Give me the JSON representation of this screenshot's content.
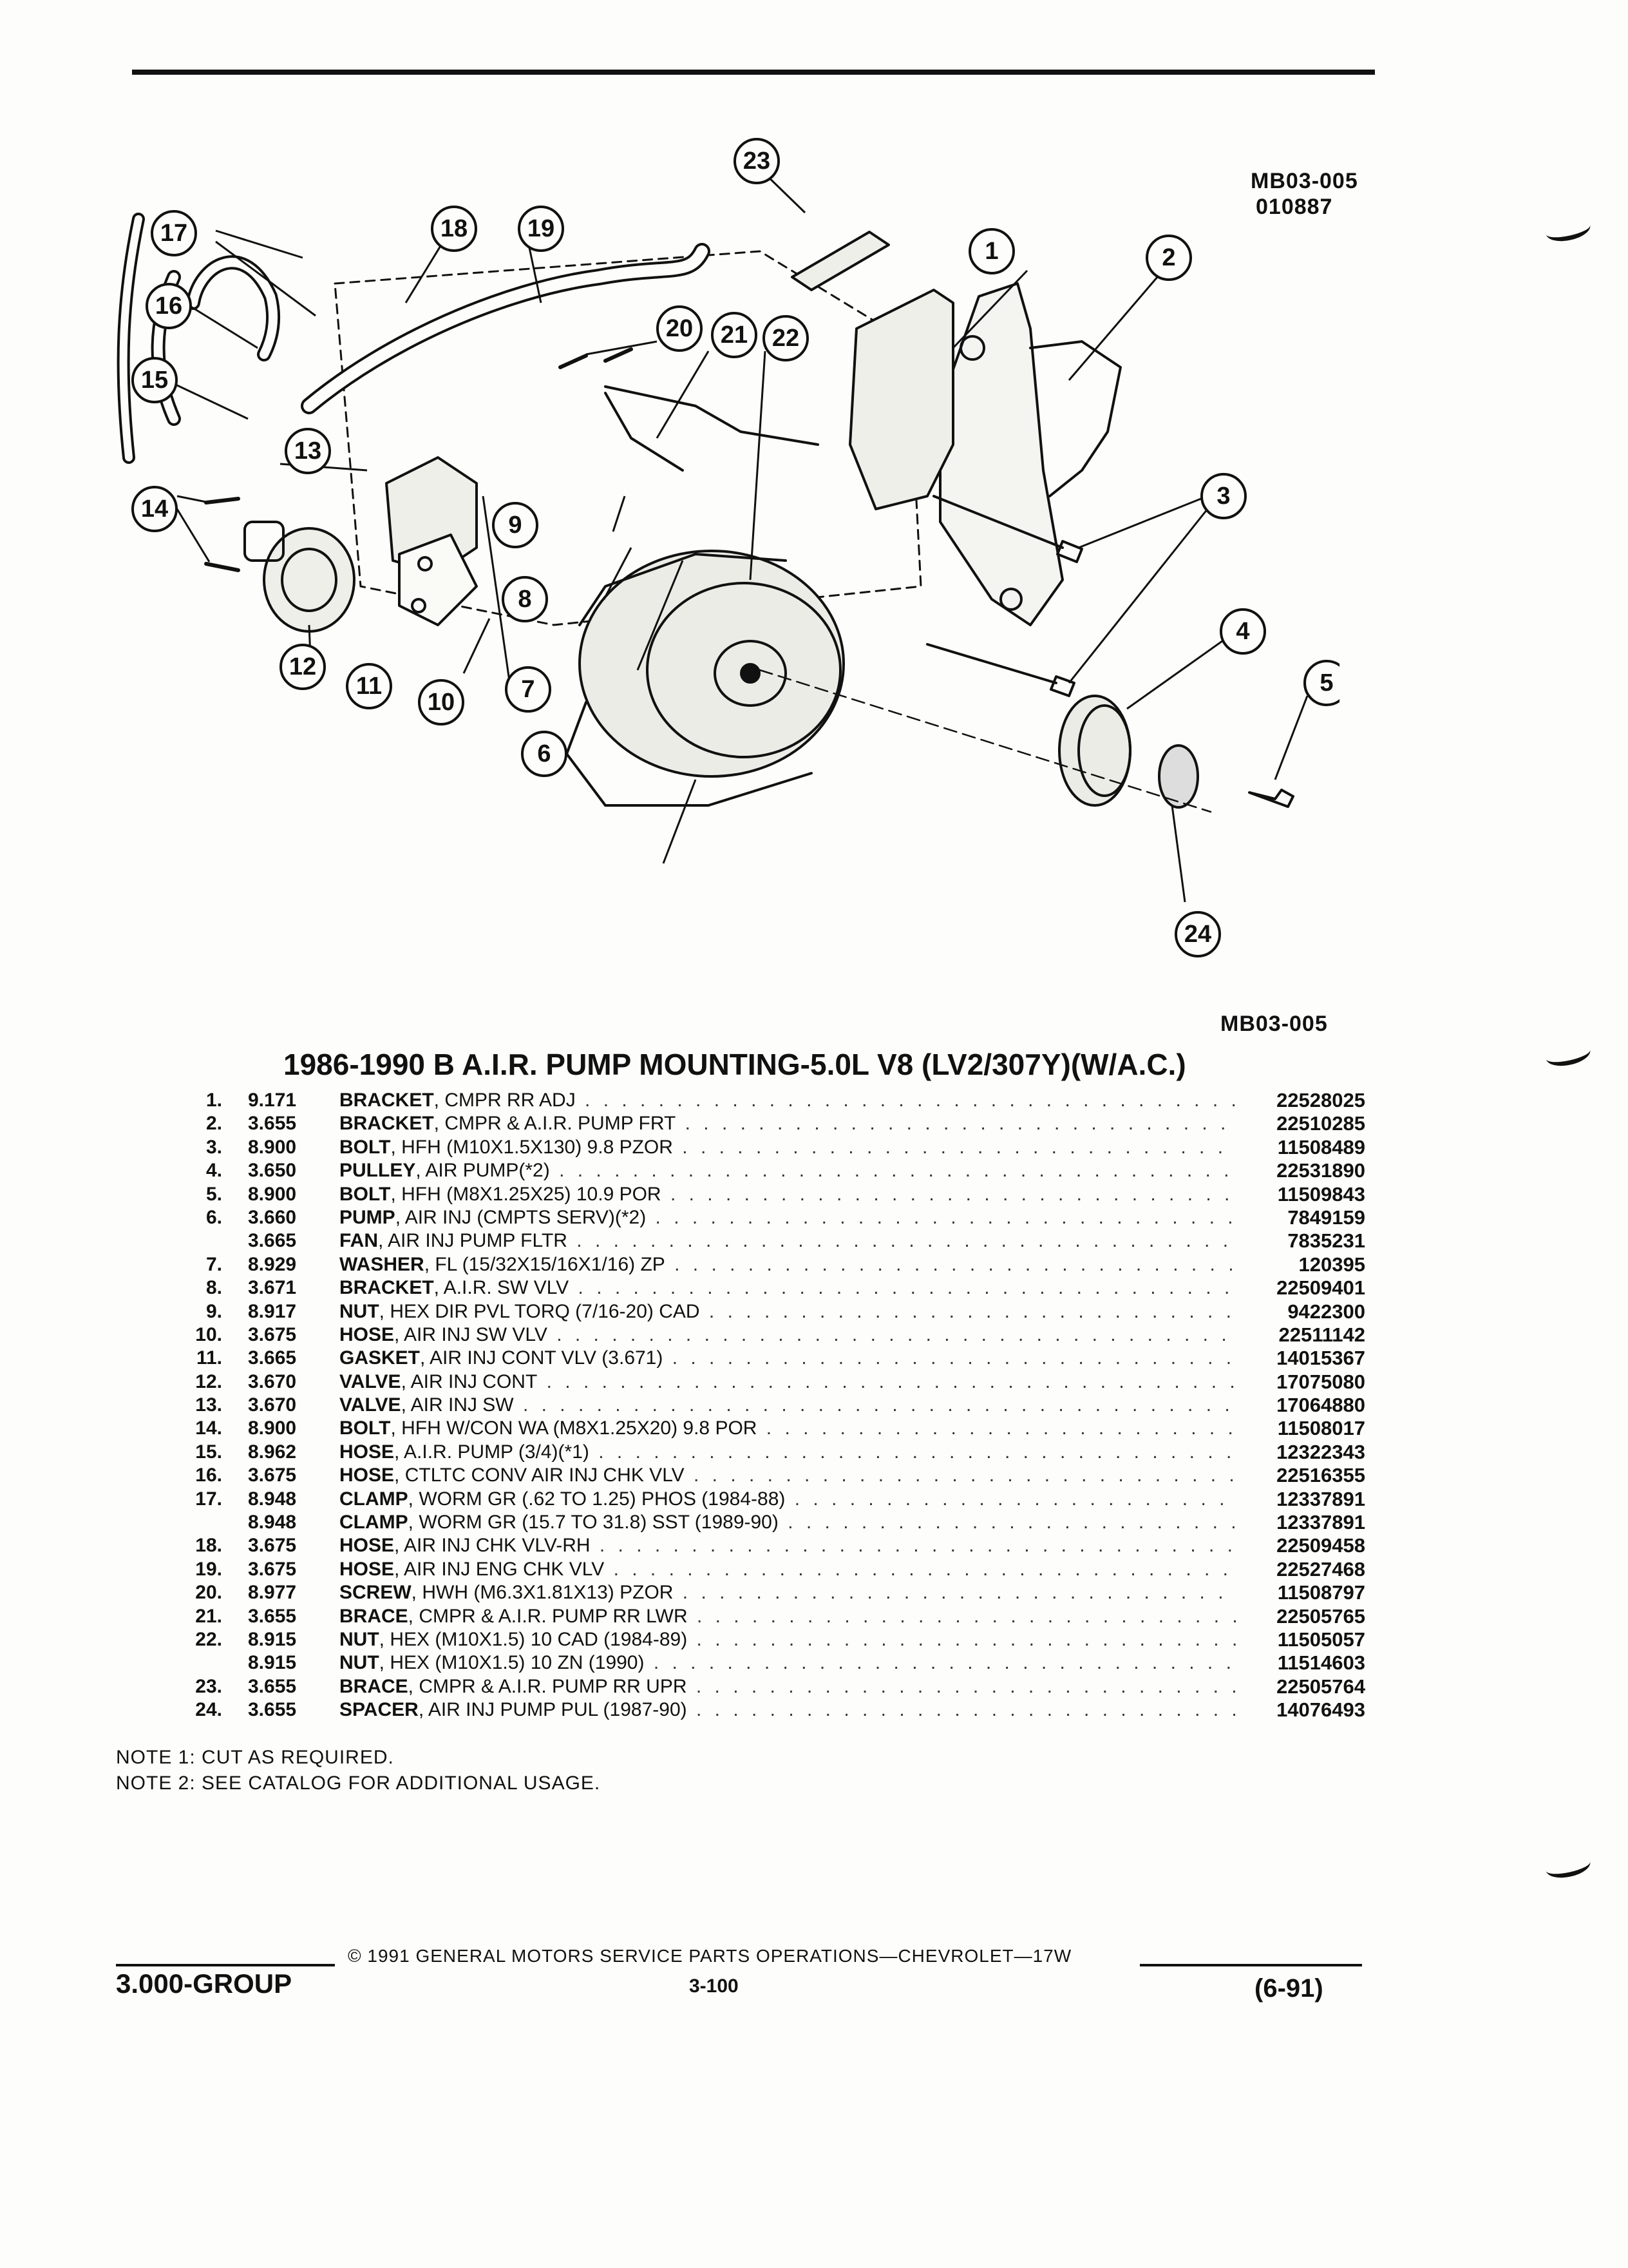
{
  "figure": {
    "id_top": "MB03-005",
    "date_code": "010887",
    "id_bottom": "MB03-005",
    "callouts": [
      "1",
      "2",
      "3",
      "4",
      "5",
      "6",
      "7",
      "8",
      "9",
      "10",
      "11",
      "12",
      "13",
      "14",
      "15",
      "16",
      "17",
      "18",
      "19",
      "20",
      "21",
      "22",
      "23",
      "24"
    ]
  },
  "table": {
    "title": "1986-1990 B A.I.R. PUMP MOUNTING-5.0L V8 (LV2/307Y)(W/A.C.)",
    "rows": [
      {
        "num": "1.",
        "group": "9.171",
        "noun": "BRACKET",
        "desc": ", CMPR RR ADJ",
        "part": "22528025"
      },
      {
        "num": "2.",
        "group": "3.655",
        "noun": "BRACKET",
        "desc": ", CMPR & A.I.R. PUMP FRT",
        "part": "22510285"
      },
      {
        "num": "3.",
        "group": "8.900",
        "noun": "BOLT",
        "desc": ", HFH (M10X1.5X130) 9.8 PZOR",
        "part": "11508489"
      },
      {
        "num": "4.",
        "group": "3.650",
        "noun": "PULLEY",
        "desc": ", AIR PUMP(*2)",
        "part": "22531890"
      },
      {
        "num": "5.",
        "group": "8.900",
        "noun": "BOLT",
        "desc": ", HFH (M8X1.25X25) 10.9 POR",
        "part": "11509843"
      },
      {
        "num": "6.",
        "group": "3.660",
        "noun": "PUMP",
        "desc": ", AIR INJ (CMPTS SERV)(*2)",
        "part": "7849159"
      },
      {
        "num": "",
        "group": "3.665",
        "noun": "FAN",
        "desc": ", AIR INJ PUMP FLTR",
        "part": "7835231"
      },
      {
        "num": "7.",
        "group": "8.929",
        "noun": "WASHER",
        "desc": ", FL (15/32X15/16X1/16) ZP",
        "part": "120395"
      },
      {
        "num": "8.",
        "group": "3.671",
        "noun": "BRACKET",
        "desc": ", A.I.R. SW VLV",
        "part": "22509401"
      },
      {
        "num": "9.",
        "group": "8.917",
        "noun": "NUT",
        "desc": ", HEX DIR PVL TORQ (7/16-20) CAD",
        "part": "9422300"
      },
      {
        "num": "10.",
        "group": "3.675",
        "noun": "HOSE",
        "desc": ", AIR INJ SW VLV",
        "part": "22511142"
      },
      {
        "num": "11.",
        "group": "3.665",
        "noun": "GASKET",
        "desc": ", AIR INJ CONT VLV (3.671)",
        "part": "14015367"
      },
      {
        "num": "12.",
        "group": "3.670",
        "noun": "VALVE",
        "desc": ", AIR INJ CONT",
        "part": "17075080"
      },
      {
        "num": "13.",
        "group": "3.670",
        "noun": "VALVE",
        "desc": ", AIR INJ SW",
        "part": "17064880"
      },
      {
        "num": "14.",
        "group": "8.900",
        "noun": "BOLT",
        "desc": ", HFH W/CON WA (M8X1.25X20) 9.8 POR",
        "part": "11508017"
      },
      {
        "num": "15.",
        "group": "8.962",
        "noun": "HOSE",
        "desc": ", A.I.R. PUMP (3/4)(*1)",
        "part": "12322343"
      },
      {
        "num": "16.",
        "group": "3.675",
        "noun": "HOSE",
        "desc": ", CTLTC CONV AIR INJ CHK VLV",
        "part": "22516355"
      },
      {
        "num": "17.",
        "group": "8.948",
        "noun": "CLAMP",
        "desc": ", WORM GR (.62 TO 1.25) PHOS (1984-88)",
        "part": "12337891"
      },
      {
        "num": "",
        "group": "8.948",
        "noun": "CLAMP",
        "desc": ", WORM GR (15.7 TO 31.8) SST (1989-90)",
        "part": "12337891"
      },
      {
        "num": "18.",
        "group": "3.675",
        "noun": "HOSE",
        "desc": ", AIR INJ CHK VLV-RH",
        "part": "22509458"
      },
      {
        "num": "19.",
        "group": "3.675",
        "noun": "HOSE",
        "desc": ", AIR INJ ENG CHK VLV",
        "part": "22527468"
      },
      {
        "num": "20.",
        "group": "8.977",
        "noun": "SCREW",
        "desc": ", HWH (M6.3X1.81X13) PZOR",
        "part": "11508797"
      },
      {
        "num": "21.",
        "group": "3.655",
        "noun": "BRACE",
        "desc": ", CMPR & A.I.R. PUMP RR LWR",
        "part": "22505765"
      },
      {
        "num": "22.",
        "group": "8.915",
        "noun": "NUT",
        "desc": ", HEX (M10X1.5) 10 CAD (1984-89)",
        "part": "11505057"
      },
      {
        "num": "",
        "group": "8.915",
        "noun": "NUT",
        "desc": ", HEX (M10X1.5) 10 ZN (1990)",
        "part": "11514603"
      },
      {
        "num": "23.",
        "group": "3.655",
        "noun": "BRACE",
        "desc": ", CMPR & A.I.R. PUMP RR UPR",
        "part": "22505764"
      },
      {
        "num": "24.",
        "group": "3.655",
        "noun": "SPACER",
        "desc": ", AIR INJ PUMP PUL (1987-90)",
        "part": "14076493"
      }
    ]
  },
  "notes": [
    "NOTE  1:  CUT AS REQUIRED.",
    "NOTE  2:  SEE CATALOG FOR ADDITIONAL USAGE."
  ],
  "footer": {
    "group": "3.000-GROUP",
    "copyright": "© 1991 GENERAL MOTORS SERVICE PARTS OPERATIONS—CHEVROLET—17W",
    "page": "3-100",
    "date": "(6-91)"
  }
}
